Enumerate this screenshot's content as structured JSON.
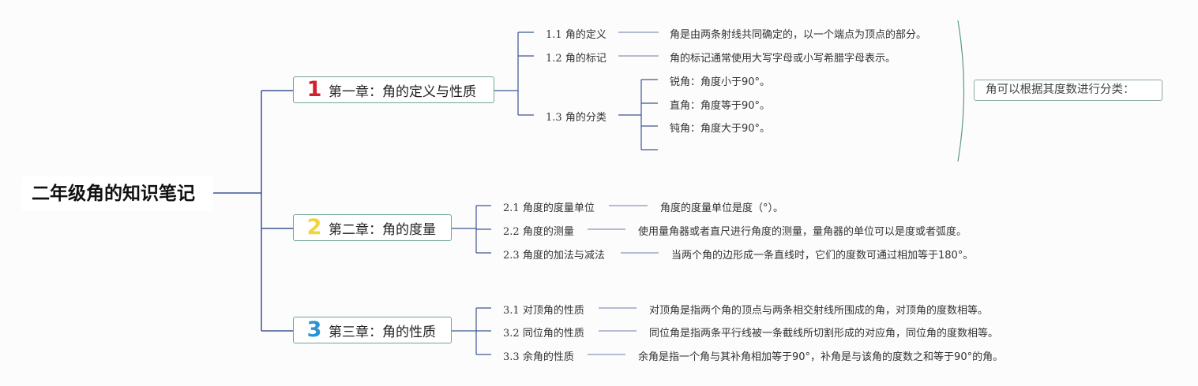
{
  "root": {
    "title": "二年级角的知识笔记"
  },
  "chapters": [
    {
      "num": "1",
      "num_color": "#d41f2d",
      "title": "第一章：角的定义与性质",
      "subs": [
        {
          "code": "1.1",
          "label": "角的定义",
          "detail": "角是由两条射线共同确定的，以一个端点为顶点的部分。"
        },
        {
          "code": "1.2",
          "label": "角的标记",
          "detail": "角的标记通常使用大写字母或小写希腊字母表示。"
        },
        {
          "code": "1.3",
          "label": "角的分类",
          "items": [
            "锐角：角度小于90°。",
            "直角：角度等于90°。",
            "钝角：角度大于90°。",
            ""
          ]
        }
      ]
    },
    {
      "num": "2",
      "num_color": "#f2d43a",
      "title": "第二章：角的度量",
      "subs": [
        {
          "code": "2.1",
          "label": "角度的度量单位",
          "detail": "角度的度量单位是度（°）。"
        },
        {
          "code": "2.2",
          "label": "角度的测量",
          "detail": "使用量角器或者直尺进行角度的测量，量角器的单位可以是度或者弧度。"
        },
        {
          "code": "2.3",
          "label": "角度的加法与减法",
          "detail": "当两个角的边形成一条直线时，它们的度数可通过相加等于180°。"
        }
      ]
    },
    {
      "num": "3",
      "num_color": "#2a93d5",
      "title": "第三章：角的性质",
      "subs": [
        {
          "code": "3.1",
          "label": "对顶角的性质",
          "detail": "对顶角是指两个角的顶点与两条相交射线所围成的角，对顶角的度数相等。"
        },
        {
          "code": "3.2",
          "label": "同位角的性质",
          "detail": "同位角是指两条平行线被一条截线所切割形成的对应角，同位角的度数相等。"
        },
        {
          "code": "3.3",
          "label": "余角的性质",
          "detail": "余角是指一个角与其补角相加等于90°，补角是与该角的度数之和等于90°的角。"
        }
      ]
    }
  ],
  "summary": {
    "text": "角可以根据其度数进行分类："
  },
  "colors": {
    "branch_line": "#3e5593",
    "sub_line": "#8a94b8",
    "node_border": "#6fa597",
    "bracket": "#5b9a85"
  }
}
